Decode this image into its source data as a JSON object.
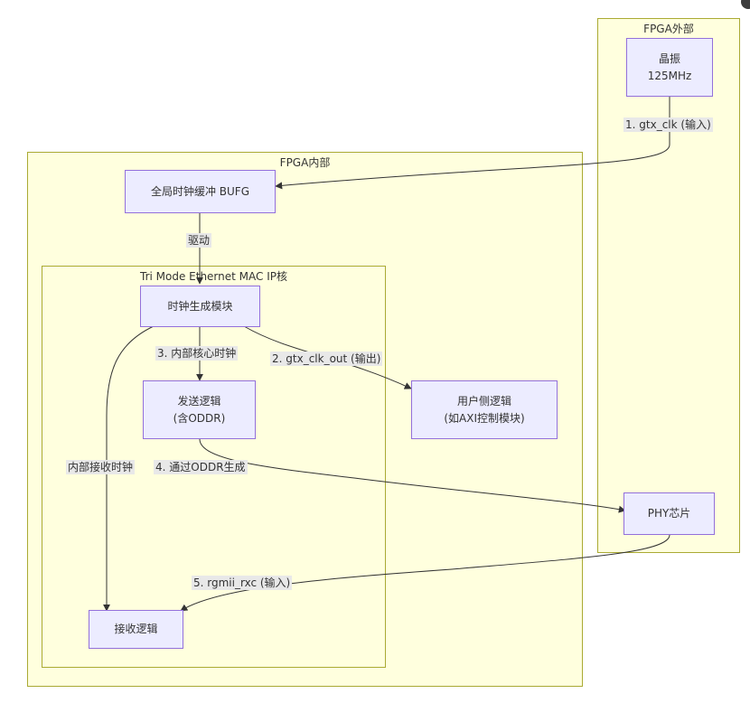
{
  "clusters": {
    "outside": "FPGA外部",
    "inside": "FPGA内部",
    "mac": "Tri Mode Ethernet MAC IP核"
  },
  "nodes": {
    "osc": {
      "line1": "晶振",
      "line2": "125MHz"
    },
    "bufg": "全局时钟缓冲 BUFG",
    "clkgen": "时钟生成模块",
    "tx": {
      "line1": "发送逻辑",
      "line2": "(含ODDR)"
    },
    "user": {
      "line1": "用户侧逻辑",
      "line2": "(如AXI控制模块)"
    },
    "phy": "PHY芯片",
    "rx": "接收逻辑"
  },
  "edges": {
    "gtx_clk": "1. gtx_clk (输入)",
    "drive": "驱动",
    "core_clk": "3. 内部核心时钟",
    "gtx_clk_out": "2. gtx_clk_out (输出)",
    "oddr": "4. 通过ODDR生成",
    "rx_internal": "内部接收时钟",
    "rgmii_rxc": "5. rgmii_rxc (输入)"
  },
  "colors": {
    "cluster_fill": "#ffffde",
    "cluster_border": "#aaaa33",
    "node_fill": "#ececff",
    "node_border": "#9370db",
    "edge": "#333333",
    "label_bg": "#e8e8e8"
  }
}
